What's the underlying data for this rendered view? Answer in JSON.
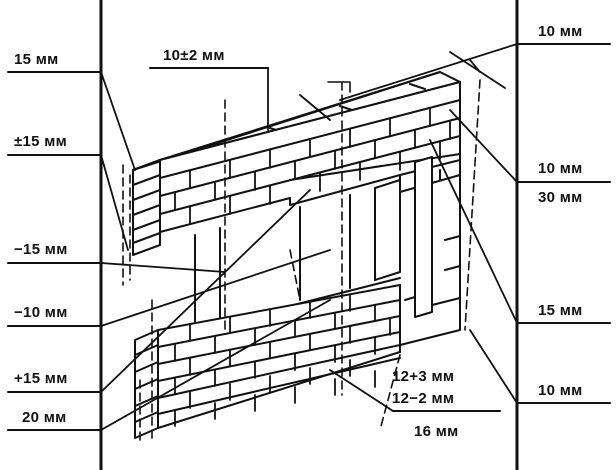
{
  "labels": {
    "left_15": "15 мм",
    "left_pm15": "±15 мм",
    "left_m15": "−15 мм",
    "left_m10": "−10 мм",
    "left_p15": "+15 мм",
    "left_20": "20 мм",
    "top_10pm2": "10±2 мм",
    "right_10_top": "10 мм",
    "right_10_mid": "10 мм",
    "right_30": "30 мм",
    "right_15": "15 мм",
    "right_10_bot": "10 мм",
    "joint_12p3": "12+3 мм",
    "joint_12m2": "12−2 мм",
    "joint_16": "16 мм"
  }
}
